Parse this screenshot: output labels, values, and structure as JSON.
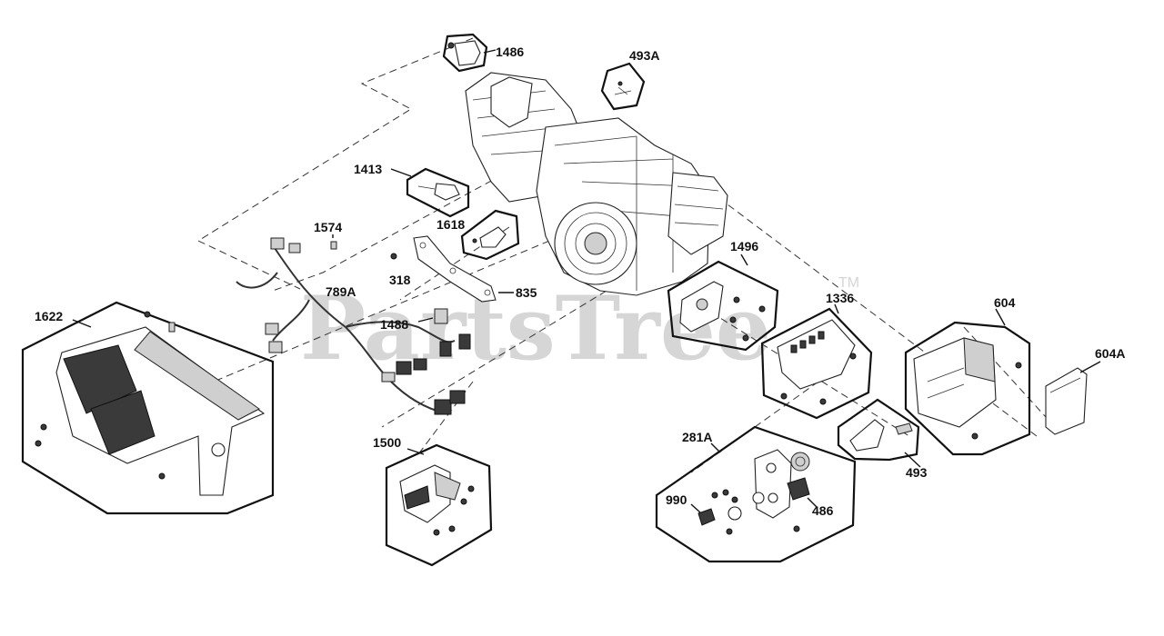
{
  "watermark": {
    "text": "PartsTree",
    "trademark": "TM"
  },
  "callouts": {
    "c1486": "1486",
    "c493A": "493A",
    "c1413": "1413",
    "c1618": "1618",
    "c1574": "1574",
    "c318": "318",
    "c789A": "789A",
    "c835": "835",
    "c1488": "1488",
    "c1622": "1622",
    "c1496": "1496",
    "c1336": "1336",
    "c604": "604",
    "c604A": "604A",
    "c1500": "1500",
    "c281A": "281A",
    "c990": "990",
    "c486": "486",
    "c493": "493"
  }
}
